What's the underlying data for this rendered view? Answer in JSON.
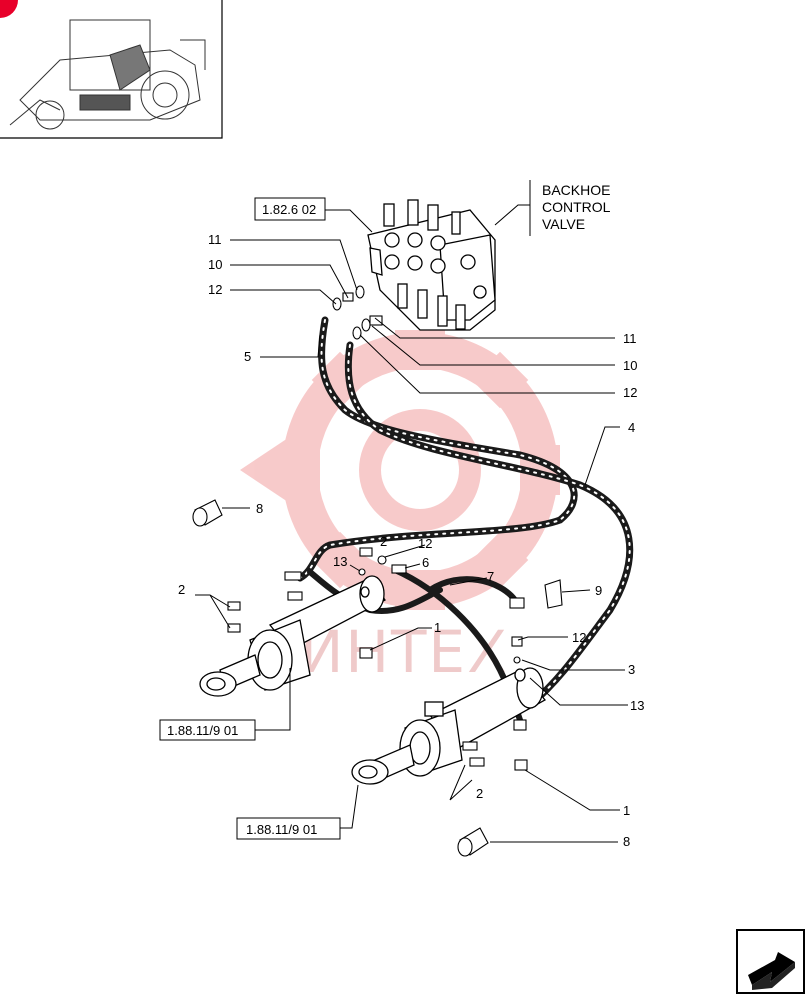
{
  "watermark": {
    "text": "ИНТЕХ",
    "color": "#f2a0a0"
  },
  "control_valve": {
    "line1": "BACKHOE",
    "line2": "CONTROL",
    "line3": "VALVE"
  },
  "refs": {
    "valve_ref": "1.82.6 02",
    "cylinder_ref_upper": "1.88.11/9 01",
    "cylinder_ref_lower": "1.88.11/9 01"
  },
  "callouts": {
    "c11a": "11",
    "c10a": "10",
    "c12a": "12",
    "c5": "5",
    "c11b": "11",
    "c10b": "10",
    "c12b": "12",
    "c4": "4",
    "c8a": "8",
    "c2a": "2",
    "c12c": "12",
    "c13a": "13",
    "c6": "6",
    "c7": "7",
    "c9": "9",
    "c12d": "12",
    "c3": "3",
    "c13b": "13",
    "c1a": "1",
    "c2b": "2",
    "c1b": "1",
    "c8b": "8"
  },
  "nav": {
    "icon": "next-page-arrow-icon"
  },
  "colors": {
    "line": "#000000",
    "hose": "#1a1a1a",
    "watermark": "#f2a0a0",
    "corner_dot": "#e8002a"
  }
}
